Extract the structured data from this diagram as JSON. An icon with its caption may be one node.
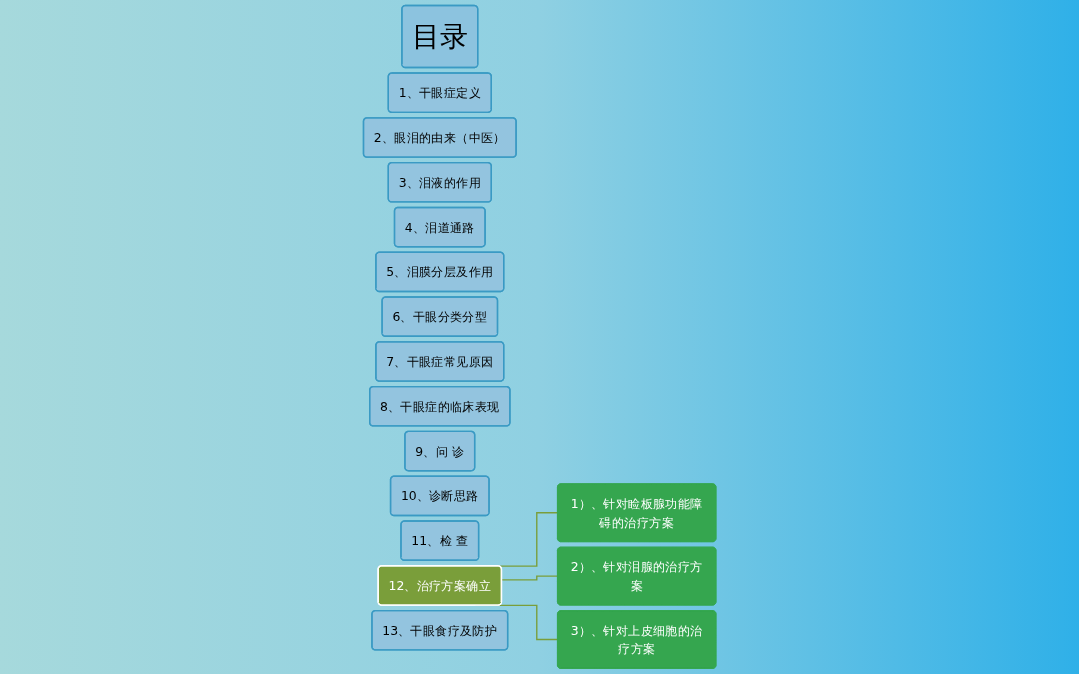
{
  "diagram": {
    "nodes": [
      {
        "text": [
          "目录"
        ]
      },
      {
        "text": [
          "1、干眼症定义"
        ]
      },
      {
        "text": [
          "2、眼泪的由来（中医）"
        ]
      },
      {
        "text": [
          "3、泪液的作用"
        ]
      },
      {
        "text": [
          "4、泪道通路"
        ]
      },
      {
        "text": [
          "5、泪膜分层及作用"
        ]
      },
      {
        "text": [
          "6、干眼分类分型"
        ]
      },
      {
        "text": [
          "7、干眼症常见原因"
        ]
      },
      {
        "text": [
          "8、干眼症的临床表现"
        ]
      },
      {
        "text": [
          "9、问  诊"
        ]
      },
      {
        "text": [
          "10、诊断思路"
        ]
      },
      {
        "text": [
          "11、检  查"
        ]
      },
      {
        "text": [
          "12、治疗方案确立"
        ]
      },
      {
        "text": [
          "13、干眼食疗及防护"
        ]
      },
      {
        "text": [
          "1）、针对睑板腺功能障碍的治疗方案"
        ]
      },
      {
        "text": [
          "2）、针对泪腺的治疗方案"
        ]
      },
      {
        "text": [
          "3）、针对上皮细胞的治疗方案"
        ]
      }
    ],
    "edges": [
      {
        "from": 12,
        "to": 14,
        "arrow": "none"
      },
      {
        "from": 12,
        "to": 15,
        "arrow": "none"
      },
      {
        "from": 12,
        "to": 16,
        "arrow": "none"
      }
    ]
  }
}
